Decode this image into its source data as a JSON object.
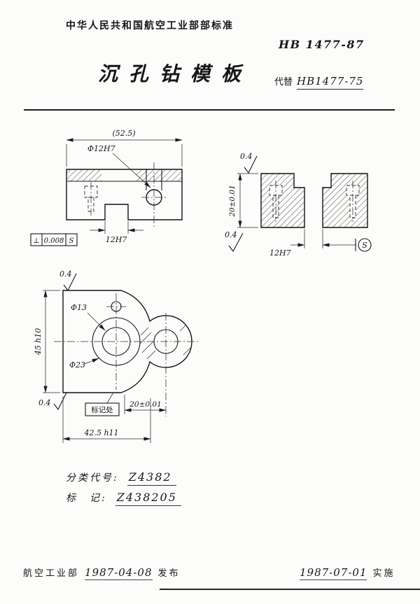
{
  "header": {
    "org": "中华人民共和国航空工业部部标准",
    "std_no": "HB 1477-87",
    "title": "沉孔钻模板",
    "replaces_label": "代替",
    "replaces_value": "HB1477-75"
  },
  "front_view": {
    "dim_overall": "(52.5)",
    "dim_hole": "Φ12H7",
    "dim_slot": "12H7",
    "tolerance": {
      "symbol": "⊥",
      "value": "0.008",
      "datum": "S"
    }
  },
  "side_view": {
    "finish_top": "0.4",
    "finish_bottom": "0.4",
    "dim_height": "20±0.01",
    "dim_slot": "12H7",
    "datum": "S"
  },
  "top_view": {
    "finish_top": "0.4",
    "finish_bottom": "0.4",
    "dim_height": "45 h10",
    "dim_counterbore": "Φ13",
    "dim_bore": "Φ23",
    "mark_area": "标记处",
    "dim_offset": "20±0.01",
    "dim_width": "42.5 h11"
  },
  "classification": {
    "code_label": "分类代号:",
    "code_value": "Z4382",
    "mark_label": "标　记:",
    "mark_value": "Z438205"
  },
  "footer": {
    "org": "航空工业部",
    "issue_date": "1987-04-08",
    "issue_label": "发布",
    "impl_date": "1987-07-01",
    "impl_label": "实施"
  }
}
